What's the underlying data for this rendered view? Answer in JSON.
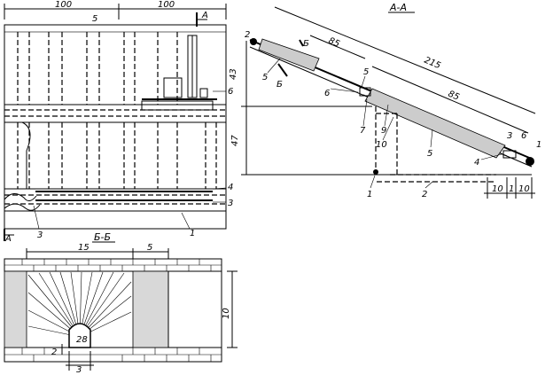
{
  "plan_view": {
    "dims": {
      "left_top": "100",
      "right_top": "100"
    },
    "top_markers": {
      "five": "5",
      "a": "A"
    },
    "bottom_marker_a": "A",
    "callouts": {
      "c3": "3",
      "c1": "1",
      "c3r": "3",
      "c4": "4",
      "c6": "6"
    }
  },
  "section_aa": {
    "title": "A-A",
    "dims": {
      "d85_top": "85",
      "d215": "215",
      "d85_mid": "85",
      "d43": "43",
      "d47": "47",
      "d10_a": "10",
      "d1": "1",
      "d10_b": "10"
    },
    "cut_b": "Б",
    "cut_b2": "Б",
    "callouts": {
      "c2_top": "2",
      "c5_top": "5",
      "c6_l": "6",
      "c5_m": "5",
      "c7": "7",
      "c9": "9",
      "c10": "10",
      "c5_r": "5",
      "c1_bot": "1",
      "c2_bot": "2",
      "c4_r": "4",
      "c3_r": "3",
      "c6_r": "6",
      "c1_r": "1"
    }
  },
  "section_bb": {
    "title": "Б-Б",
    "dims": {
      "d15": "15",
      "d5": "5",
      "d10": "10",
      "d2": "2",
      "d3": "3"
    },
    "hole_label": "28"
  }
}
